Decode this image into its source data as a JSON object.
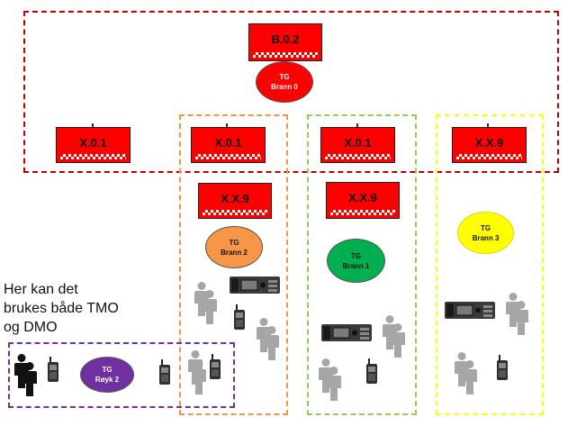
{
  "units": {
    "b02": "B.0.2",
    "x01_a": "X.0.1",
    "x01_b": "X.0.1",
    "x01_c": "X.0.1",
    "xx9_top": "X.X.9",
    "xx9_orange": "X.X.9",
    "xx9_green": "X.X.9"
  },
  "talkgroups": {
    "brann0": {
      "line1": "TG",
      "line2": "Brann 0",
      "color": "#ff0000"
    },
    "brann2": {
      "line1": "TG",
      "line2": "Brann 2",
      "color": "#f79646"
    },
    "brann1": {
      "line1": "TG",
      "line2": "Brann 1",
      "color": "#00b050"
    },
    "brann3": {
      "line1": "TG",
      "line2": "Brann 3",
      "color": "#ffff00"
    },
    "royk2": {
      "line1": "TG",
      "line2": "Røyk 2",
      "color": "#7030a0"
    }
  },
  "note": {
    "line1": "Her kan det",
    "line2": "brukes både TMO",
    "line3": "og DMO"
  },
  "colors": {
    "frame_red": "#c00000",
    "frame_orange": "#f79646",
    "frame_green": "#92d050",
    "frame_yellow": "#ffff00",
    "frame_purple": "#7030a0",
    "unit_red": "#ff0000",
    "person": "#a6a6a6"
  },
  "icons": [
    "person-icon",
    "mobile-radio-icon",
    "handheld-radio-icon"
  ]
}
